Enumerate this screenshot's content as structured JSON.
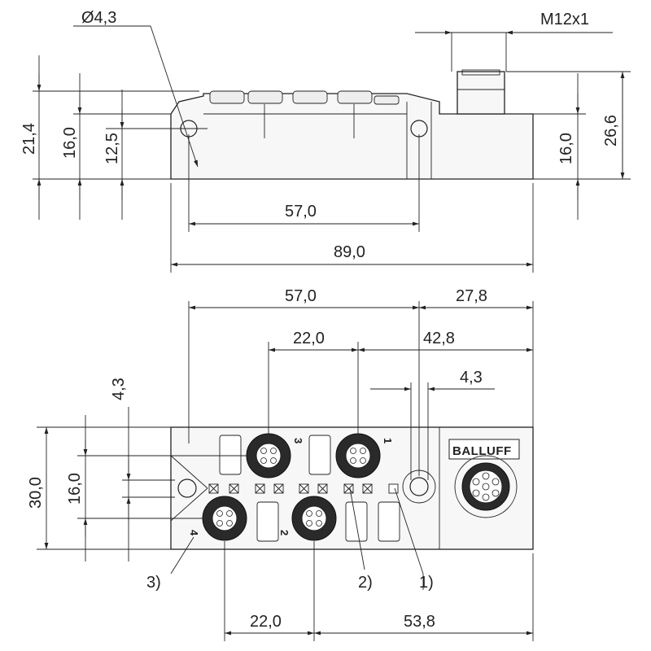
{
  "side_view": {
    "hole_diameter": "Ø4,3",
    "thread": "M12x1",
    "height_total": "21,4",
    "height_body": "16,0",
    "height_mount": "12,5",
    "height_connector": "26,6",
    "height_connector_body": "16,0",
    "mount_spacing": "57,0",
    "length_total": "89,0"
  },
  "top_view": {
    "mount_to_connector": "57,0",
    "connector_offset": "27,8",
    "port_spacing_top": "22,0",
    "port_to_end": "42,8",
    "hole_width": "4,3",
    "hole_offset": "4,3",
    "width_total": "30,0",
    "width_ports": "16,0",
    "port_spacing_bottom": "22,0",
    "port_to_end_bottom": "53,8",
    "brand": "BALLUFF",
    "port_numbers": [
      "3",
      "1",
      "4",
      "2"
    ],
    "callouts": [
      "1)",
      "2)",
      "3)"
    ]
  }
}
